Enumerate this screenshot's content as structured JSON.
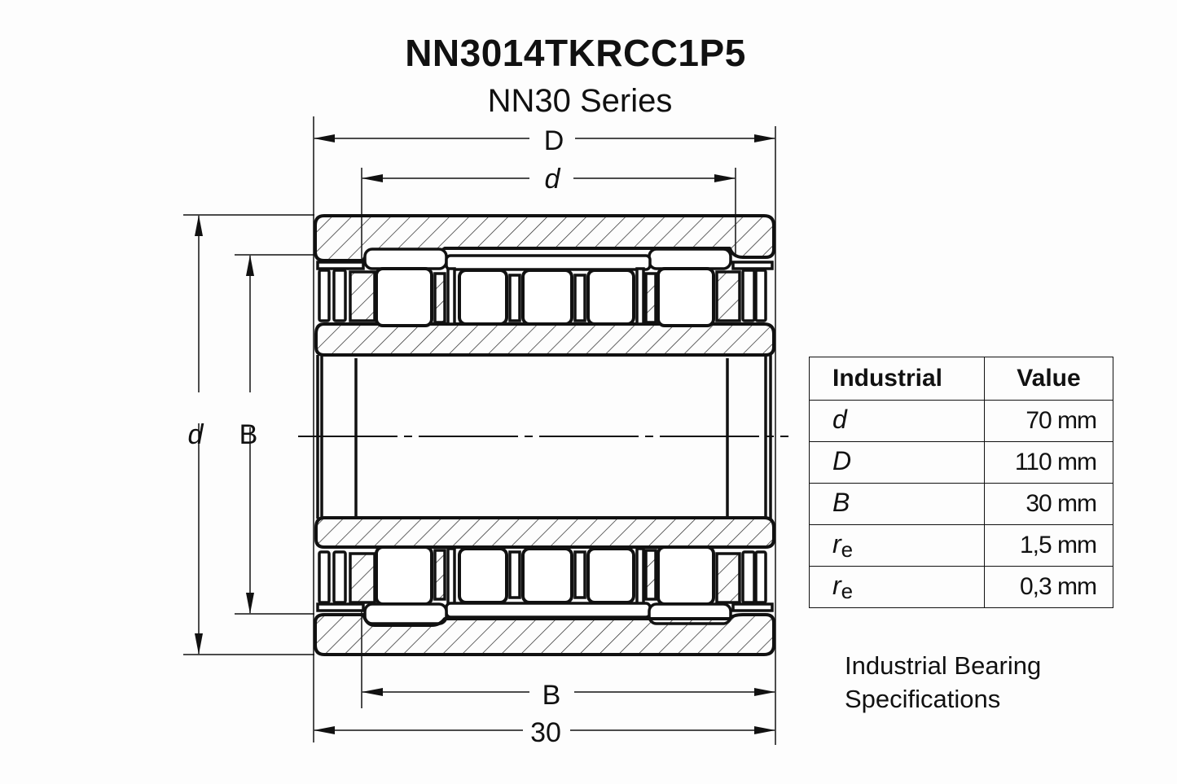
{
  "header": {
    "title": "NN3014TKRCC1P5",
    "subtitle": "NN30 Series"
  },
  "drawing": {
    "dimensions": {
      "outer_diameter_label": "D",
      "bore_top_label": "d",
      "bore_left_label": "d",
      "width_left_label": "B",
      "width_bottom_label": "B",
      "overall_width_label": "30"
    },
    "line_color": "#111111",
    "hatch_color": "#222222"
  },
  "spec_table": {
    "headers": [
      "Industrial",
      "Value"
    ],
    "rows": [
      {
        "symbol": "d",
        "subscript": "",
        "value": "70 mm"
      },
      {
        "symbol": "D",
        "subscript": "",
        "value": "110 mm"
      },
      {
        "symbol": "B",
        "subscript": "",
        "value": "30 mm"
      },
      {
        "symbol": "r",
        "subscript": "e",
        "value": "1,5 mm"
      },
      {
        "symbol": "r",
        "subscript": "e",
        "value": "0,3 mm"
      }
    ]
  },
  "caption": {
    "line1": "Industrial Bearing",
    "line2": "Specifications"
  }
}
